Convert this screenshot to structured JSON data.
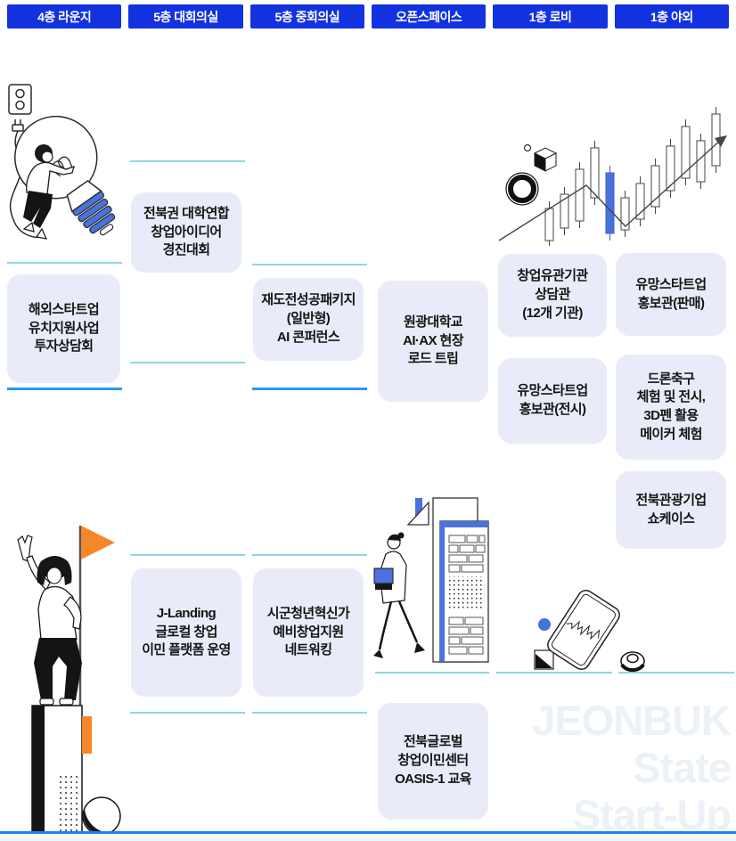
{
  "venues": [
    {
      "tab": "4층 라운지",
      "events": [
        "해외스타트업\n유치지원사업\n투자상담회"
      ]
    },
    {
      "tab": "5층 대회의실",
      "events": [
        "전북권 대학연합\n창업아이디어\n경진대회",
        "J-Landing\n글로컬 창업\n이민 플랫폼 운영"
      ]
    },
    {
      "tab": "5층 중회의실",
      "events": [
        "재도전성공패키지\n(일반형)\nAI 콘퍼런스",
        "시군청년혁신가\n예비창업지원\n네트워킹"
      ]
    },
    {
      "tab": "오픈스페이스",
      "events": [
        "원광대학교\nAI·AX 현장\n로드 트립",
        "전북글로벌\n창업이민센터\nOASIS-1 교육"
      ]
    },
    {
      "tab": "1층 로비",
      "events": [
        "창업유관기관\n상담관\n(12개 기관)",
        "유망스타트업\n홍보관(전시)"
      ]
    },
    {
      "tab": "1층 야외",
      "events": [
        "유망스타트업\n홍보관(판매)",
        "드론축구\n체험 및 전시,\n3D펜 활용\n메이커 체험",
        "전북관광기업\n쇼케이스"
      ]
    }
  ],
  "watermark": [
    "JEONBUK",
    "State",
    "Start-Up"
  ],
  "illustrations": {
    "top_left": "person-pushing-lightbulb",
    "top_right": "candlestick-growth-chart",
    "bottom_left": "person-with-flag-on-pillar",
    "bottom_middle": "person-walking-to-building",
    "bottom_right": "tablet-with-sketch"
  },
  "colors": {
    "tab_blue": "#1232e0",
    "card_bg": "#e9ecf8",
    "accent_blue": "#4a72dd",
    "line_cyan": "#8ed6e6",
    "line_blue": "#2e96f3",
    "bottom_rule_blue": "#1d84f0",
    "flag_orange": "#f6862b",
    "watermark_gray": "#ecf1f8"
  }
}
